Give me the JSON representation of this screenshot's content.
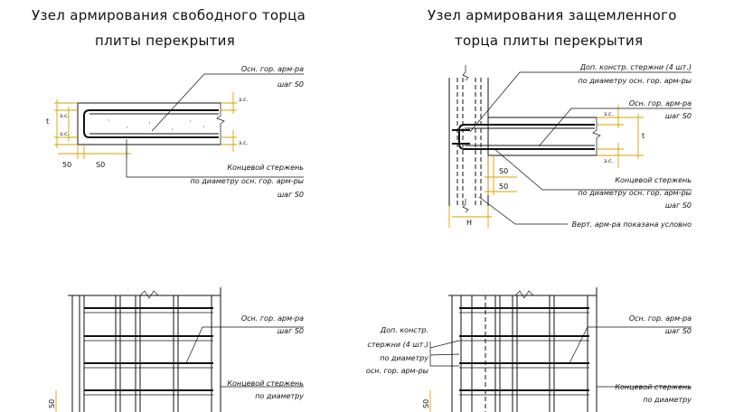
{
  "left_detail": {
    "title_line1": "Узел армирования свободного торца",
    "title_line2": "плиты перекрытия",
    "label_main_rebar_l1": "Осн. гор. арм-ра",
    "label_main_rebar_l2": "шаг S0",
    "label_end_bar_l1": "Концевой стержень",
    "label_end_bar_l2": "по диаметру осн. гор. арм-ры",
    "label_end_bar_l3": "шаг S0",
    "dim_cover": "з.с.",
    "dim_t": "t",
    "dim_50": "50",
    "dim_S0": "S0"
  },
  "right_detail": {
    "title_line1": "Узел армирования защемленного",
    "title_line2": "торца плиты перекрытия",
    "label_add_bars_l1": "Доп. констр. стержни (4 шт.)",
    "label_add_bars_l2": "по диаметру осн. гор. арм-ры",
    "label_main_rebar_l1": "Осн. гор. арм-ра",
    "label_main_rebar_l2": "шаг S0",
    "label_end_bar_l1": "Концевой стержень",
    "label_end_bar_l2": "по диаметру осн. гор. арм-ры",
    "label_end_bar_l3": "шаг S0",
    "label_vert_rebar": "Верт. арм-ра показана условно",
    "dim_cover": "з.с.",
    "dim_t": "t",
    "dim_50": "50",
    "dim_S0": "S0",
    "dim_H": "H"
  },
  "left_plan": {
    "label_main_rebar_l1": "Осн. гор. арм-ра",
    "label_main_rebar_l2": "шаг S0",
    "label_end_bar_l1": "Концевой стержень",
    "label_end_bar_l2": "по диаметру",
    "dim_S0": "S0"
  },
  "right_plan": {
    "label_add_bars_l1": "Доп. констр.",
    "label_add_bars_l2": "стержни (4 шт.)",
    "label_add_bars_l3": "по диаметру",
    "label_add_bars_l4": "осн. гор. арм-ры",
    "label_main_rebar_l1": "Осн. гор. арм-ра",
    "label_main_rebar_l2": "шаг S0",
    "label_end_bar_l1": "Концевой стержень",
    "label_end_bar_l2": "по диаметру",
    "dim_S0": "S0"
  },
  "colors": {
    "lines": "#111111",
    "dimensions": "#d9a000",
    "background": "#ffffff"
  }
}
